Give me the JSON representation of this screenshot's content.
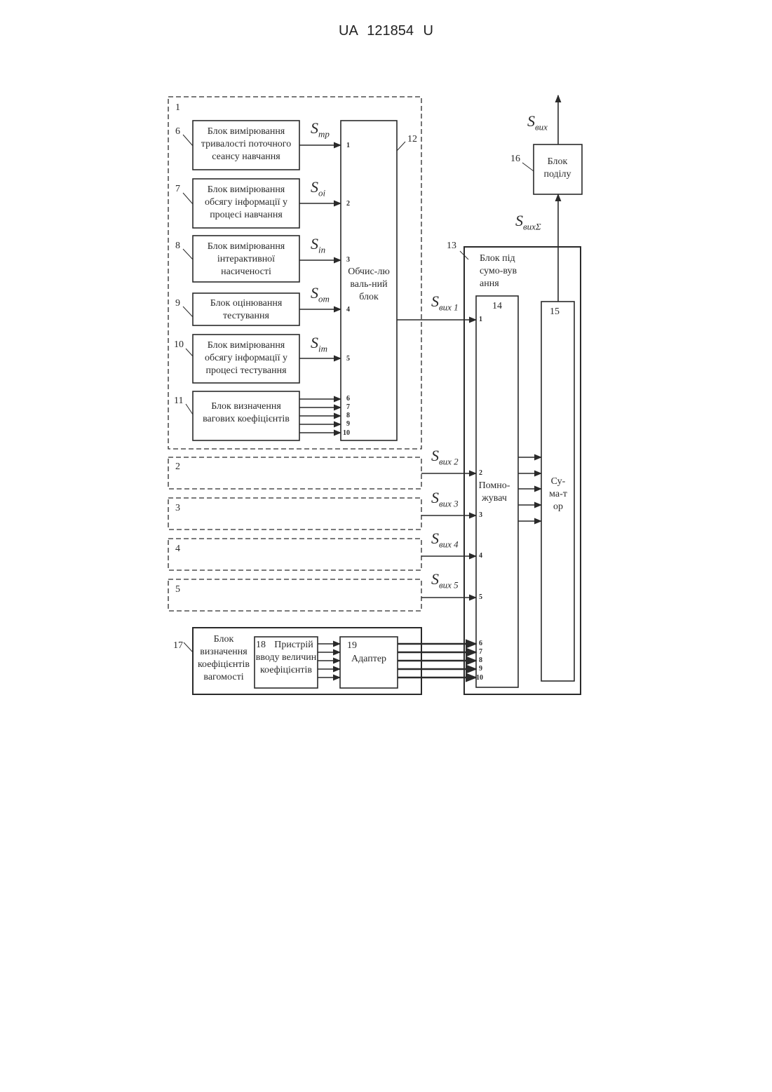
{
  "header": "UA   121854   U",
  "blocks": {
    "b1": "1",
    "b2": "2",
    "b3": "3",
    "b4": "4",
    "b5": "5",
    "b6_num": "6",
    "b6_text": "Блок вимірювання тривалості поточного сеансу навчання",
    "b7_num": "7",
    "b7_text": "Блок вимірювання обсягу інформації у процесі навчання",
    "b8_num": "8",
    "b8_text": "Блок вимірювання інтерактивної насиченості",
    "b9_num": "9",
    "b9_text": "Блок оцінювання тестування",
    "b10_num": "10",
    "b10_text": "Блок вимірювання обсягу інформації у процесі тестування",
    "b11_num": "11",
    "b11_text": "Блок визначення вагових коефіцієнтів",
    "b12_num": "12",
    "b12_text": "Обчис-люваль-ний блок",
    "b13_num": "13",
    "b13_text": "Блок підсумо-вування",
    "b14_num": "14",
    "b14_text": "Помно-жувач",
    "b15_num": "15",
    "b15_text": "Су-ма-тор",
    "b16_num": "16",
    "b16_text": "Блок поділу",
    "b17_num": "17",
    "b17_text": "Блок визначення коефіцієнтів вагомості",
    "b18_num": "18",
    "b18_text": "Пристрій вводу величин коефіцієнтів",
    "b19_num": "19",
    "b19_text": "Адаптер"
  },
  "signals": {
    "s_tp": {
      "base": "S",
      "sub": "тр"
    },
    "s_oi": {
      "base": "S",
      "sub": "oi"
    },
    "s_in": {
      "base": "S",
      "sub": "in"
    },
    "s_ot": {
      "base": "S",
      "sub": "от"
    },
    "s_im": {
      "base": "S",
      "sub": "im"
    },
    "s_out1": {
      "base": "S",
      "sub": "вих 1"
    },
    "s_out2": {
      "base": "S",
      "sub": "вих 2"
    },
    "s_out3": {
      "base": "S",
      "sub": "вих 3"
    },
    "s_out4": {
      "base": "S",
      "sub": "вих 4"
    },
    "s_out5": {
      "base": "S",
      "sub": "вих 5"
    },
    "s_out_sum": {
      "base": "S",
      "sub": "вихΣ"
    },
    "s_out": {
      "base": "S",
      "sub": "вих"
    }
  },
  "pins": {
    "b12": [
      "1",
      "2",
      "3",
      "4",
      "5",
      "6",
      "7",
      "8",
      "9",
      "10"
    ],
    "b14": [
      "1",
      "2",
      "3",
      "4",
      "5",
      "6",
      "7",
      "8",
      "9",
      "10"
    ]
  },
  "colors": {
    "line": "#2a2a2a",
    "background": "#ffffff"
  }
}
